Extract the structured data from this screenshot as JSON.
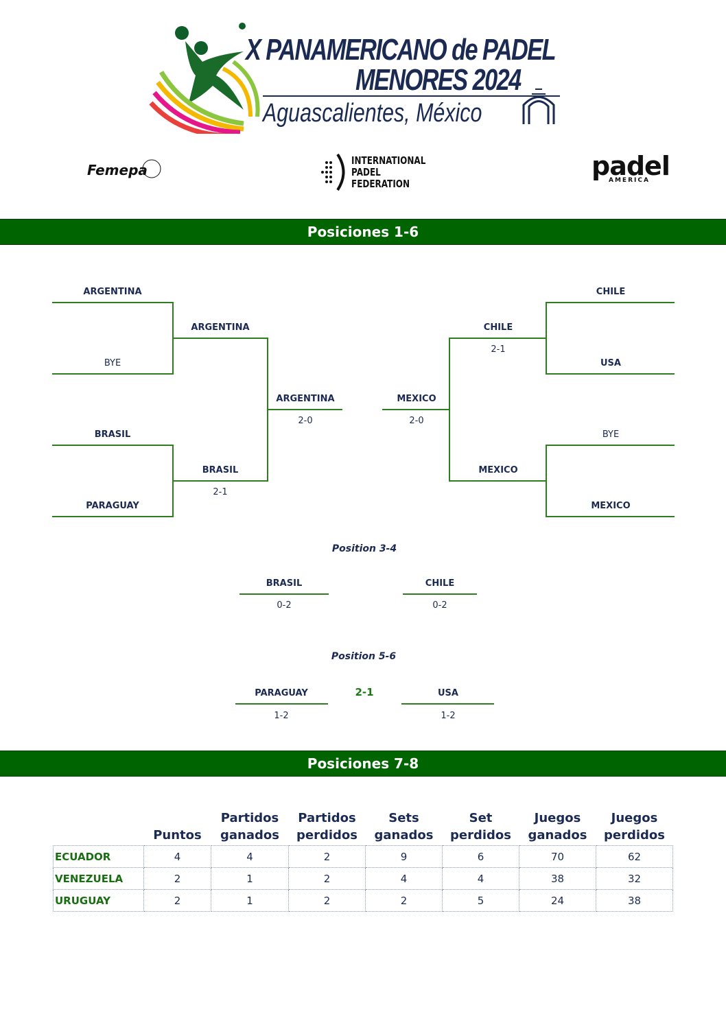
{
  "header": {
    "title_line1": "X PANAMERICANO de PADEL",
    "title_line2": "MENORES 2024",
    "location": "Aguascalientes, México"
  },
  "sponsors": {
    "femepa": "Femepa",
    "ipf": [
      "INTERNATIONAL",
      "PADEL",
      "FEDERATION"
    ],
    "padel_america": "padel",
    "padel_america_sub": "AMERICA"
  },
  "section1": {
    "title": "Posiciones 1-6"
  },
  "bracket": {
    "left": {
      "r1": [
        "ARGENTINA",
        "BYE",
        "BRASIL",
        "PARAGUAY"
      ],
      "r2": [
        "ARGENTINA",
        "BRASIL"
      ],
      "r2_score": "2-1",
      "final": "ARGENTINA",
      "final_score": "2-0"
    },
    "right": {
      "r1": [
        "CHILE",
        "USA",
        "BYE",
        "MEXICO"
      ],
      "r2": [
        "CHILE",
        "MEXICO"
      ],
      "r2_score": "2-1",
      "final": "MEXICO",
      "final_score": "2-0"
    }
  },
  "pos34": {
    "title": "Position 3-4",
    "team_a": "BRASIL",
    "score_a": "0-2",
    "team_b": "CHILE",
    "score_b": "0-2"
  },
  "pos56": {
    "title": "Position 5-6",
    "team_a": "PARAGUAY",
    "score_a": "1-2",
    "result": "2-1",
    "team_b": "USA",
    "score_b": "1-2"
  },
  "section2": {
    "title": "Posiciones 7-8"
  },
  "table": {
    "headers": [
      [
        "Puntos"
      ],
      [
        "Partidos",
        "ganados"
      ],
      [
        "Partidos",
        "perdidos"
      ],
      [
        "Sets",
        "ganados"
      ],
      [
        "Set",
        "perdidos"
      ],
      [
        "Juegos",
        "ganados"
      ],
      [
        "Juegos",
        "perdidos"
      ]
    ],
    "rows": [
      {
        "team": "ECUADOR",
        "values": [
          "4",
          "4",
          "2",
          "9",
          "6",
          "70",
          "62"
        ]
      },
      {
        "team": "VENEZUELA",
        "values": [
          "2",
          "1",
          "2",
          "4",
          "4",
          "38",
          "32"
        ]
      },
      {
        "team": "URUGUAY",
        "values": [
          "2",
          "1",
          "2",
          "2",
          "5",
          "24",
          "38"
        ]
      }
    ]
  }
}
